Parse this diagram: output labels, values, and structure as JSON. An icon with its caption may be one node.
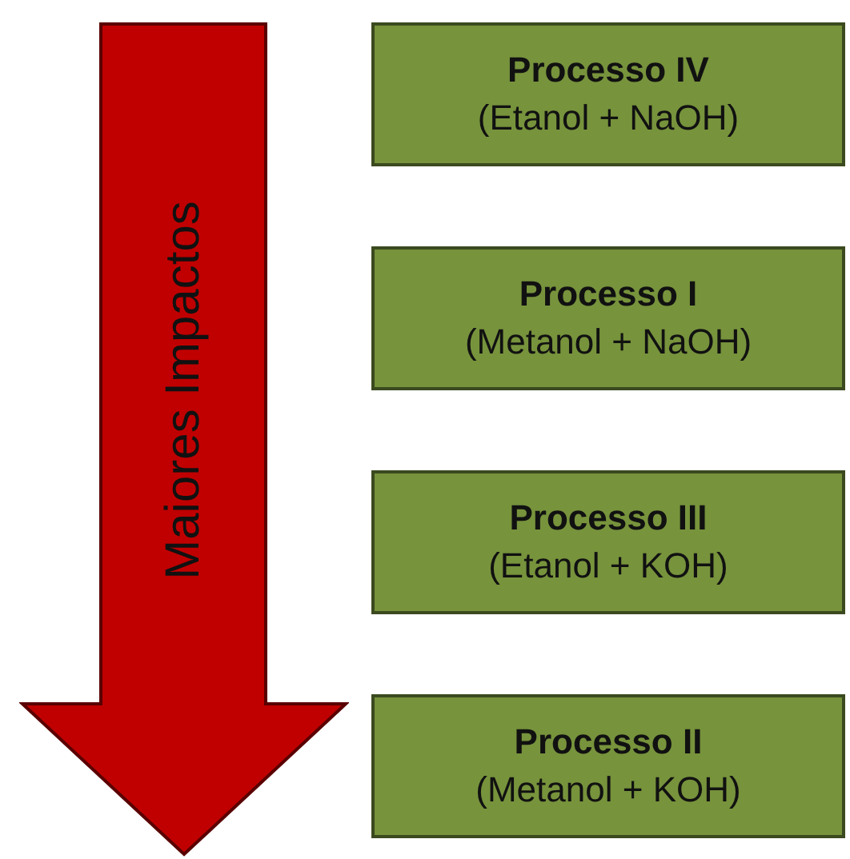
{
  "diagram": {
    "nodes": [
      {
        "text": [
          "Maiores Impactos"
        ]
      },
      {
        "text": [
          "Processo IV",
          "(Etanol + NaOH)"
        ]
      },
      {
        "text": [
          "Processo I",
          "(Metanol + NaOH)"
        ]
      },
      {
        "text": [
          "Processo III",
          "(Etanol + KOH)"
        ]
      },
      {
        "text": [
          "Processo II",
          "(Metanol + KOH)"
        ]
      }
    ]
  }
}
